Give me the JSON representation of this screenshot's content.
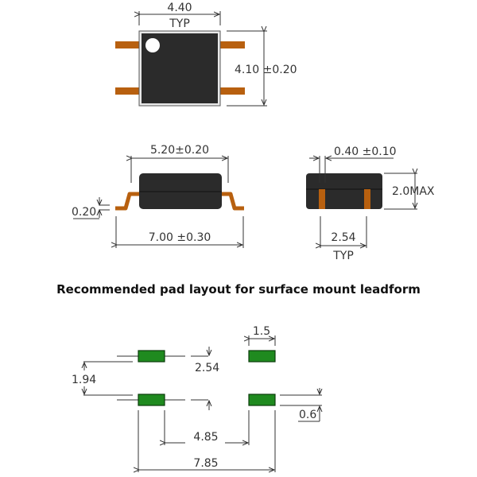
{
  "title": "Recommended pad layout for surface mount leadform",
  "colors": {
    "package_body": "#2b2b2b",
    "lead": "#b8600f",
    "pad": "#1f8a1f",
    "dimension_line": "#333333"
  },
  "top_view": {
    "width_label": "4.40",
    "width_note": "TYP",
    "height_label": "4.10 ±0.20"
  },
  "side_view": {
    "body_label": "5.20±0.20",
    "overall_label": "7.00 ±0.30",
    "lead_thickness_label": "0.20"
  },
  "end_view": {
    "lead_width_label": "0.40 ±0.10",
    "height_label": "2.0MAX",
    "pitch_label": "2.54",
    "pitch_note": "TYP"
  },
  "pad_layout": {
    "pad_length_label": "1.5",
    "pitch_label": "2.54",
    "gap_label": "1.94",
    "pad_width_label": "0.6",
    "inner_span_label": "4.85",
    "outer_span_label": "7.85"
  }
}
